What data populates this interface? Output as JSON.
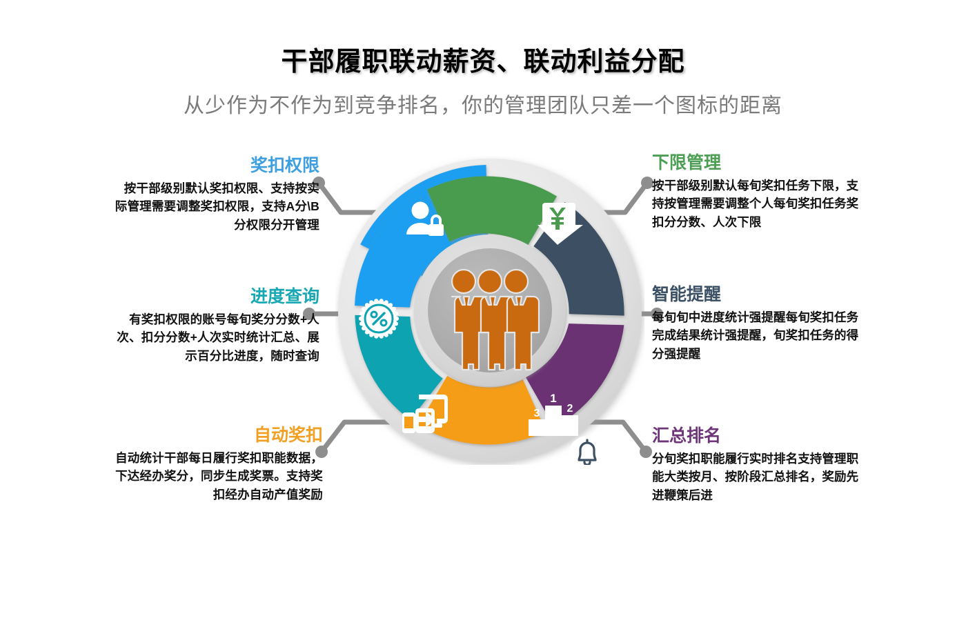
{
  "header": {
    "title": "干部履职联动薪资、联动利益分配",
    "subtitle": "从少作为不作为到竞争排名，你的管理团队只差一个图标的距离"
  },
  "wheel": {
    "center_icon": "three-people-icon",
    "center_icon_color": "#C96A10",
    "hub_fill": "#AFAFAF",
    "ring_fill": "#D9D9D9",
    "outer_ring_fill": "#E6E6E6",
    "segments": [
      {
        "id": "award-authority",
        "label": "奖扣权限",
        "color": "#1F9FF0",
        "icon": "user-lock-icon",
        "position": "top-left"
      },
      {
        "id": "lower-limit",
        "label": "下限管理",
        "color": "#4A9B4E",
        "icon": "yen-down-arrow-icon",
        "position": "top-right"
      },
      {
        "id": "smart-reminder",
        "label": "智能提醒",
        "color": "#3C4F63",
        "icon": "bell-icon",
        "position": "right"
      },
      {
        "id": "summary-rank",
        "label": "汇总排名",
        "color": "#6B3173",
        "icon": "podium-icon",
        "position": "bottom-right"
      },
      {
        "id": "auto-award",
        "label": "自动奖扣",
        "color": "#F59D18",
        "icon": "devices-sync-icon",
        "position": "bottom-left"
      },
      {
        "id": "progress-query",
        "label": "进度查询",
        "color": "#0FA3B1",
        "icon": "percent-badge-icon",
        "position": "left"
      }
    ]
  },
  "callouts": [
    {
      "id": "award-authority",
      "title": "奖扣权限",
      "title_color": "#3D9FE0",
      "body": "按干部级别默认奖扣权限、支持按实际管理需要调整奖扣权限，支持A分\\B分权限分开管理",
      "side": "left"
    },
    {
      "id": "progress-query",
      "title": "进度查询",
      "title_color": "#17A8B4",
      "body": "有奖扣权限的账号每旬奖分分数+人次、扣分分数+人次实时统计汇总、展示百分比进度，随时查询",
      "side": "left"
    },
    {
      "id": "auto-award",
      "title": "自动奖扣",
      "title_color": "#F2A024",
      "body": "自动统计干部每日履行奖扣职能数据，下达经办奖分，同步生成奖票。支持奖扣经办自动产值奖励",
      "side": "left"
    },
    {
      "id": "lower-limit",
      "title": "下限管理",
      "title_color": "#4C9E52",
      "body": "按干部级别默认每旬奖扣任务下限，支持按管理需要调整个人每旬奖扣任务奖扣分分数、人次下限",
      "side": "right"
    },
    {
      "id": "smart-reminder",
      "title": "智能提醒",
      "title_color": "#3C5166",
      "body": "每旬旬中进度统计强提醒每旬奖扣任务完成结果统计强提醒，旬奖扣任务的得分强提醒",
      "side": "right"
    },
    {
      "id": "summary-rank",
      "title": "汇总排名",
      "title_color": "#6E3578",
      "body": "分旬奖扣职能履行实时排名支持管理职能大类按月、按阶段汇总排名，奖励先进鞭策后进",
      "side": "right"
    }
  ],
  "connector_color": "#8E8E8E"
}
